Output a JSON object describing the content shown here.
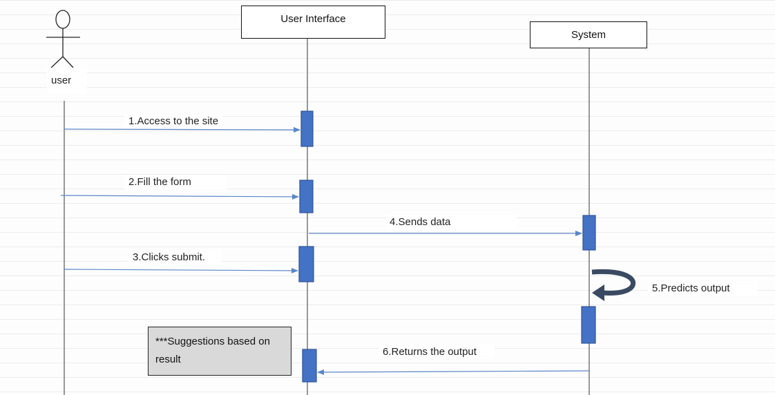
{
  "participants": {
    "user": "user",
    "ui": "User Interface",
    "system": "System"
  },
  "messages": {
    "m1": "1.Access to the site",
    "m2": "2.Fill the form",
    "m3": "3.Clicks submit.",
    "m4": "4.Sends data",
    "m5": "5.Predicts output",
    "m6": "6.Returns the output"
  },
  "note": "***Suggestions based on result",
  "colors": {
    "activation": "#4472c4",
    "message_line": "#5b87c9",
    "self_arrow": "#3a4a63",
    "note_fill": "#d9d9d9"
  }
}
